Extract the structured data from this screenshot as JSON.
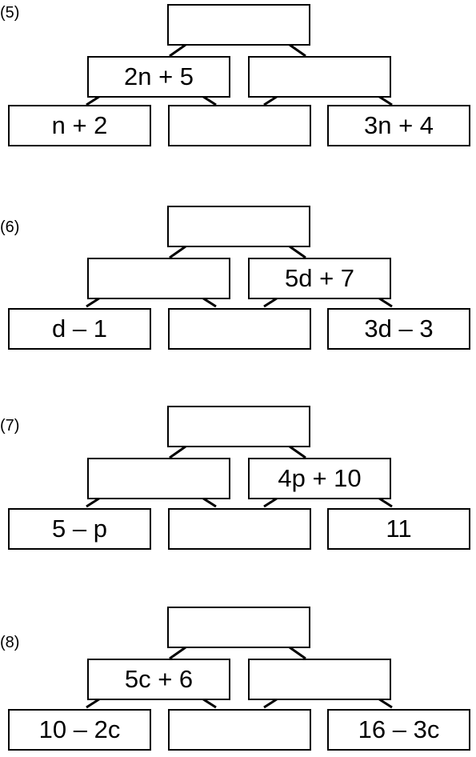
{
  "puzzles": [
    {
      "label": "(5)",
      "top": "",
      "middle_left": "2n + 5",
      "middle_right": "",
      "bottom_left": "n + 2",
      "bottom_middle": "",
      "bottom_right": "3n + 4"
    },
    {
      "label": "(6)",
      "top": "",
      "middle_left": "",
      "middle_right": "5d + 7",
      "bottom_left": "d – 1",
      "bottom_middle": "",
      "bottom_right": "3d – 3"
    },
    {
      "label": "(7)",
      "top": "",
      "middle_left": "",
      "middle_right": "4p + 10",
      "bottom_left": "5 – p",
      "bottom_middle": "",
      "bottom_right": "11"
    },
    {
      "label": "(8)",
      "top": "",
      "middle_left": "5c + 6",
      "middle_right": "",
      "bottom_left": "10 – 2c",
      "bottom_middle": "",
      "bottom_right": "16 – 3c"
    }
  ]
}
